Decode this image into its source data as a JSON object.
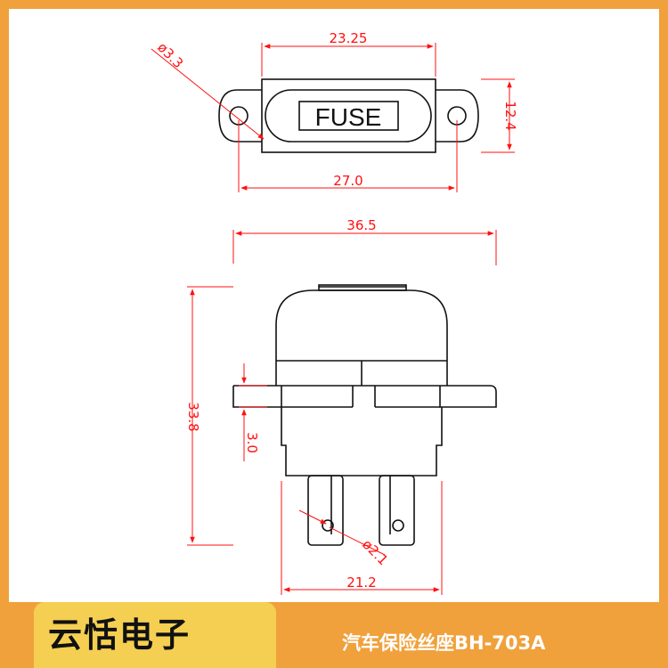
{
  "top_view": {
    "label": "FUSE",
    "dim_hole_top": "ø3.3",
    "dim_width_inner": "23.25",
    "dim_height": "12.4",
    "dim_mount_span": "27.0"
  },
  "side_view": {
    "dim_width_total": "36.5",
    "dim_height_total": "33.8",
    "dim_flange": "3.0",
    "dim_terminal_hole": "ø2.1",
    "dim_terminal_span": "21.2"
  },
  "footer": {
    "brand": "云恬电子",
    "product": "汽车保险丝座BH-703A"
  },
  "colors": {
    "frame": "#f0a13c",
    "brand_tab": "#f5cf52",
    "dimension": "#ff1010",
    "outline": "#111111"
  }
}
